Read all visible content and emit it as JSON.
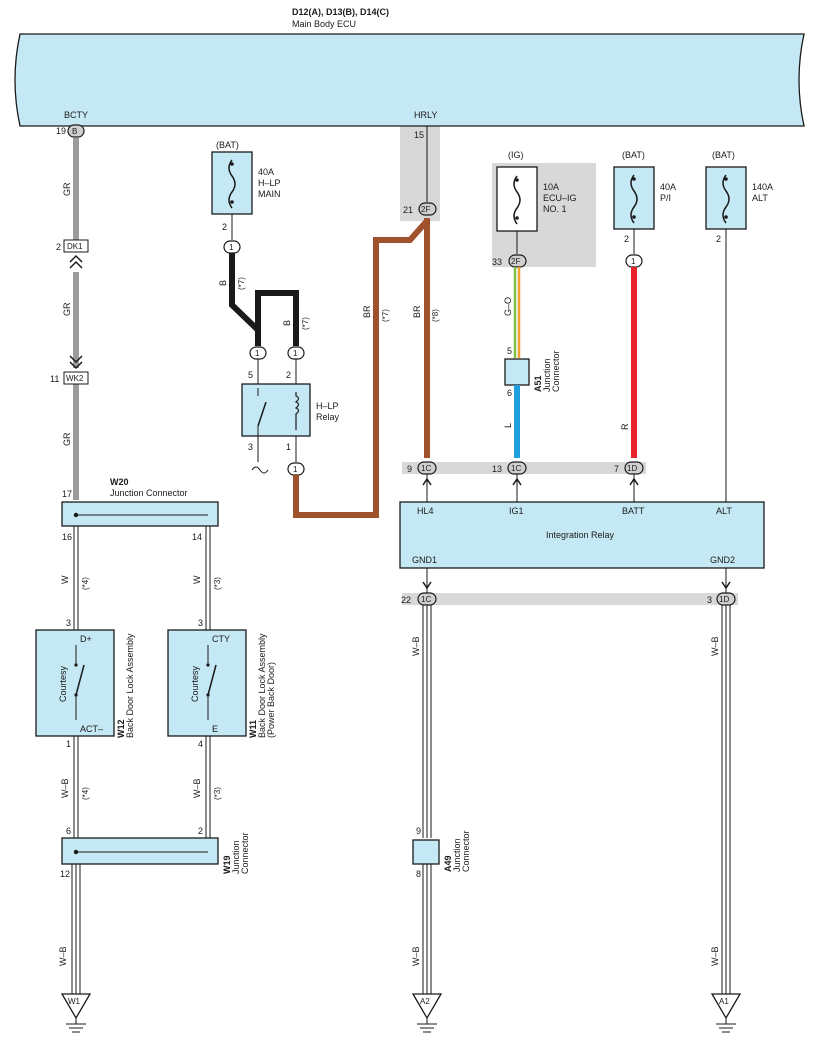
{
  "ecu": {
    "title": "D12(A), D13(B), D14(C)",
    "name": "Main Body ECU",
    "pin_bcty": "BCTY",
    "pin_hrly": "HRLY"
  },
  "terminals": {
    "bcty_num": "19",
    "bcty_conn": "B",
    "hrly_num": "15",
    "dk1_num": "2",
    "dk1": "DK1",
    "wk2_num": "11",
    "wk2": "WK2",
    "hlp_in_num": "21",
    "hlp_in_conn": "2F",
    "ig_num": "33",
    "ig_conn": "2F",
    "bat_fuse_num": "2",
    "bat_fuse_conn": "1",
    "pi_num": "2",
    "pi_conn": "1",
    "alt_num": "2",
    "relay5_conn": "1",
    "relay2_conn": "1",
    "relay1_conn": "1",
    "hl4_num": "9",
    "hl4_conn": "1C",
    "ig1_num": "13",
    "ig1_conn": "1C",
    "batt_num": "7",
    "batt_conn": "1D",
    "gnd1_num": "22",
    "gnd1_conn": "1C",
    "gnd2_num": "3",
    "gnd2_conn": "1D"
  },
  "fuses": {
    "hlp_main": {
      "source": "(BAT)",
      "amp": "40A",
      "l1": "H–LP",
      "l2": "MAIN"
    },
    "ecu_ig": {
      "source": "(IG)",
      "amp": "10A",
      "l1": "ECU–IG",
      "l2": "NO. 1"
    },
    "pi": {
      "source": "(BAT)",
      "amp": "40A",
      "l1": "P/I"
    },
    "alt": {
      "source": "(BAT)",
      "amp": "140A",
      "l1": "ALT"
    }
  },
  "wires": {
    "gr1": "GR",
    "gr2": "GR",
    "gr3": "GR",
    "b1": "B",
    "b1n": "(*7)",
    "b2": "B",
    "b2n": "(*7)",
    "br1": "BR",
    "br1n": "(*7)",
    "br2": "BR",
    "br2n": "(*8)",
    "go": "G–O",
    "l": "L",
    "r": "R",
    "w1": "W",
    "w1n": "(*4)",
    "w2": "W",
    "w2n": "(*3)",
    "wb1": "W–B",
    "wb1n": "(*4)",
    "wb2": "W–B",
    "wb2n": "(*3)",
    "wb3": "W–B",
    "wb4": "W–B",
    "wb5": "W–B",
    "wb6": "W–B",
    "wb7": "W–B"
  },
  "hlp_relay": {
    "name": "H–LP",
    "name2": "Relay",
    "p5": "5",
    "p2": "2",
    "p3": "3",
    "p1": "1"
  },
  "a51": {
    "id": "A51",
    "l1": "Junction",
    "l2": "Connector",
    "p5": "5",
    "p6": "6"
  },
  "a49": {
    "id": "A49",
    "l1": "Junction",
    "l2": "Connector",
    "p9": "9",
    "p8": "8"
  },
  "w20": {
    "id": "W20",
    "name": "Junction Connector",
    "p17": "17",
    "p16": "16",
    "p14": "14"
  },
  "w19": {
    "id": "W19",
    "l1": "Junction",
    "l2": "Connector",
    "p6": "6",
    "p2": "2",
    "p12": "12"
  },
  "w12": {
    "id": "W12",
    "name": "Back Door Lock Assembly",
    "top": "D+",
    "bottom": "ACT–",
    "switch": "Courtesy",
    "p3": "3",
    "p1": "1"
  },
  "w11": {
    "id": "W11",
    "name": "Back Door Lock Assembly",
    "name2": "(Power Back Door)",
    "top": "CTY",
    "bottom": "E",
    "switch": "Courtesy",
    "p3": "3",
    "p4": "4"
  },
  "integration_relay": {
    "name": "Integration Relay",
    "hl4": "HL4",
    "ig1": "IG1",
    "batt": "BATT",
    "alt": "ALT",
    "gnd1": "GND1",
    "gnd2": "GND2"
  },
  "grounds": {
    "w1": "W1",
    "a2": "A2",
    "a1": "A1"
  },
  "colors": {
    "ecu": "#c5e8f5",
    "gr": "#9b9b9b",
    "br": "#a0522d",
    "l": "#1ea0e0",
    "r": "#e8232b",
    "go_green": "#7bc043",
    "go_orange": "#f0a030"
  }
}
